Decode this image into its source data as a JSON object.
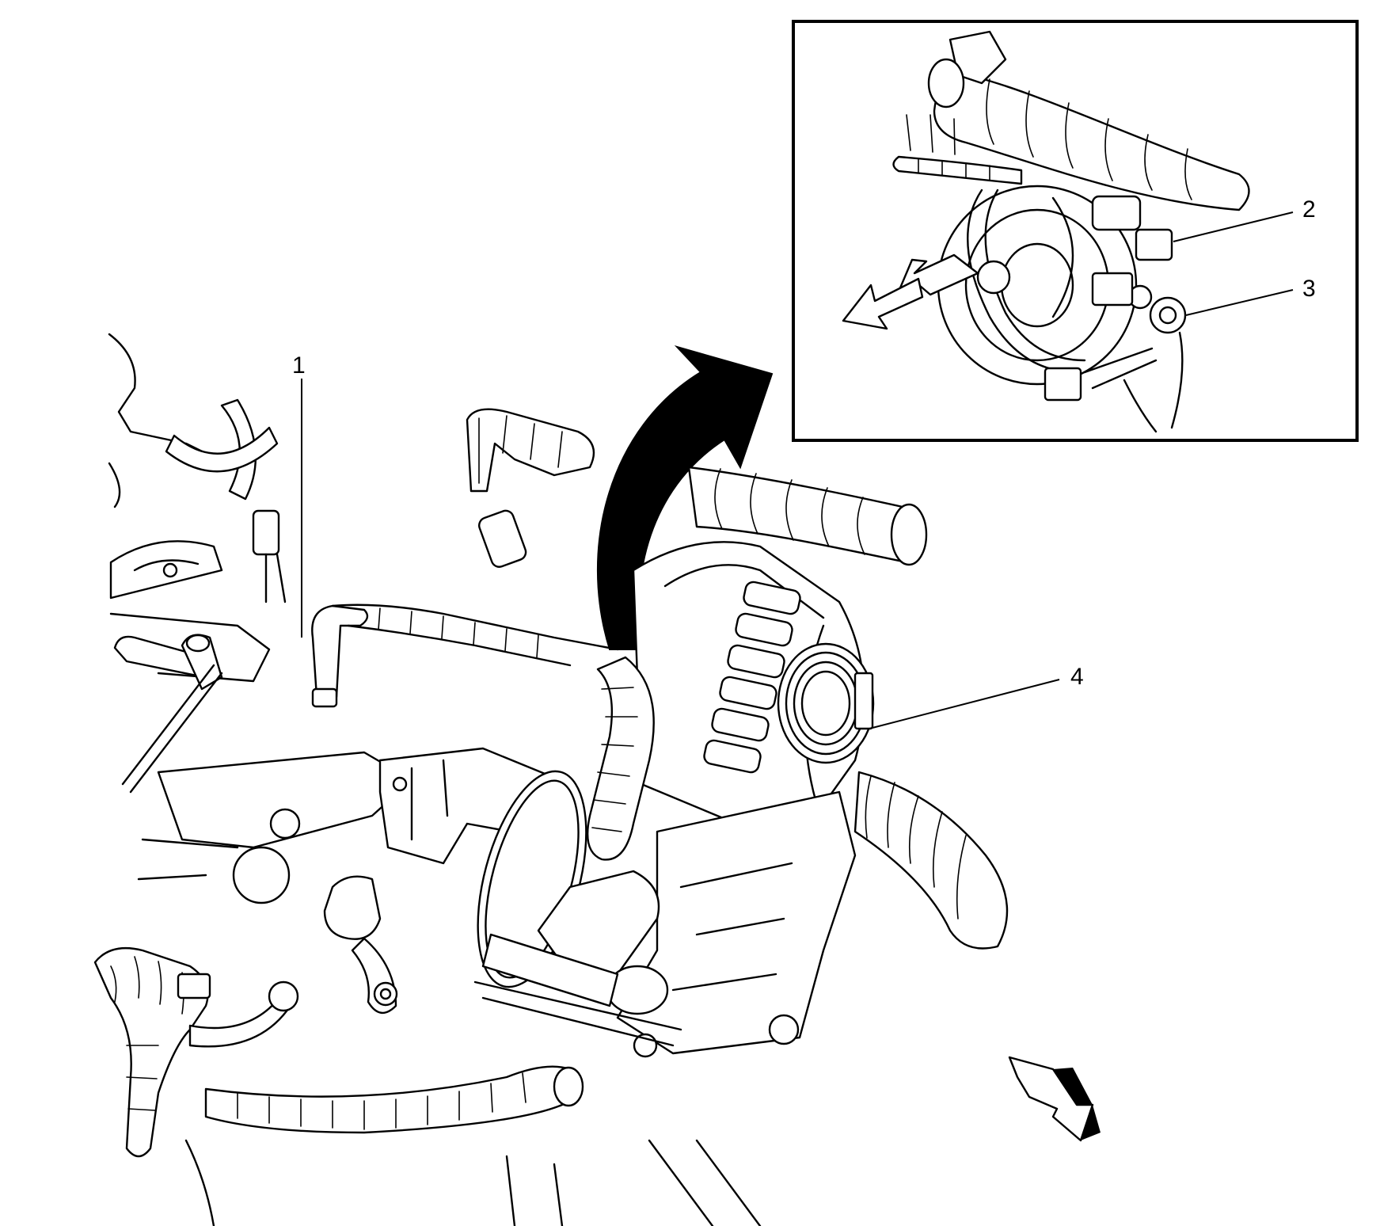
{
  "callouts": {
    "c1": "1",
    "c2": "2",
    "c3": "3",
    "c4": "4"
  },
  "colors": {
    "line": "#000000",
    "background": "#ffffff"
  },
  "icons": {
    "rotate_arrow": "curved-arrow-icon",
    "inset_direction": "direction-arrow-icon",
    "main_direction": "direction-arrow-icon"
  }
}
